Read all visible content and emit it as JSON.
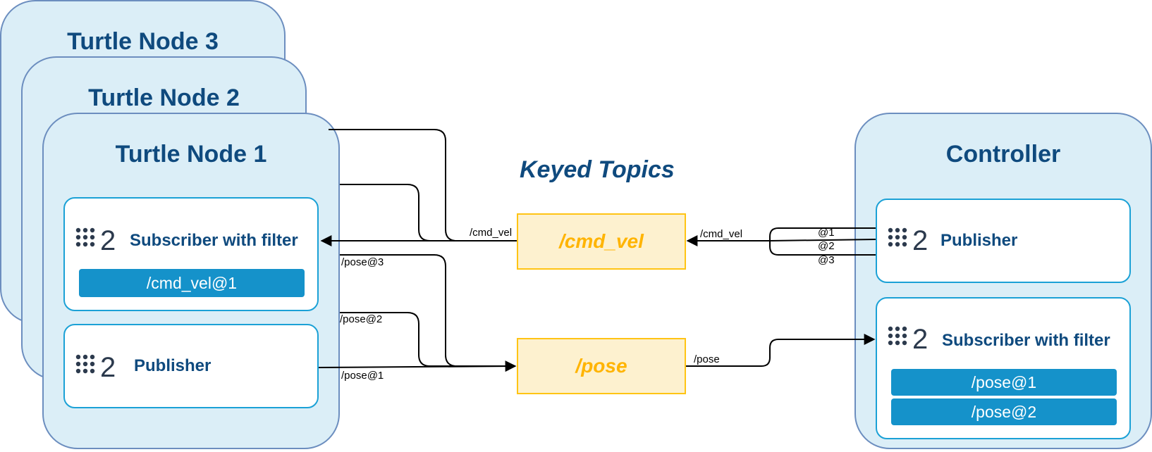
{
  "diagram_title": "Keyed Topics",
  "turtle_nodes": [
    {
      "title": "Turtle Node 3"
    },
    {
      "title": "Turtle Node 2"
    },
    {
      "title": "Turtle Node 1"
    }
  ],
  "turtle_node_1": {
    "subscriber": {
      "label": "Subscriber with filter",
      "filter": "/cmd_vel@1"
    },
    "publisher": {
      "label": "Publisher"
    }
  },
  "controller": {
    "title": "Controller",
    "publisher": {
      "label": "Publisher"
    },
    "subscriber": {
      "label": "Subscriber with filter",
      "filters": [
        "/pose@1",
        "/pose@2"
      ]
    }
  },
  "topics": {
    "cmd_vel": "/cmd_vel",
    "pose": "/pose"
  },
  "edge_labels": {
    "cmd_vel_left": "/cmd_vel",
    "cmd_vel_right": "/cmd_vel",
    "key1": "@1",
    "key2": "@2",
    "key3": "@3",
    "pose3": "/pose@3",
    "pose2": "/pose@2",
    "pose1": "/pose@1",
    "pose_right": "/pose"
  },
  "logo_digit": "2",
  "colors": {
    "node_fill": "#dbeef7",
    "node_border": "#6c8ebf",
    "title_text": "#0f4a7e",
    "component_border": "#1ba1d6",
    "filter_tag": "#1592ca",
    "topic_fill": "#fdf1cf",
    "topic_border": "#ffc414",
    "topic_text": "#ffb400"
  }
}
